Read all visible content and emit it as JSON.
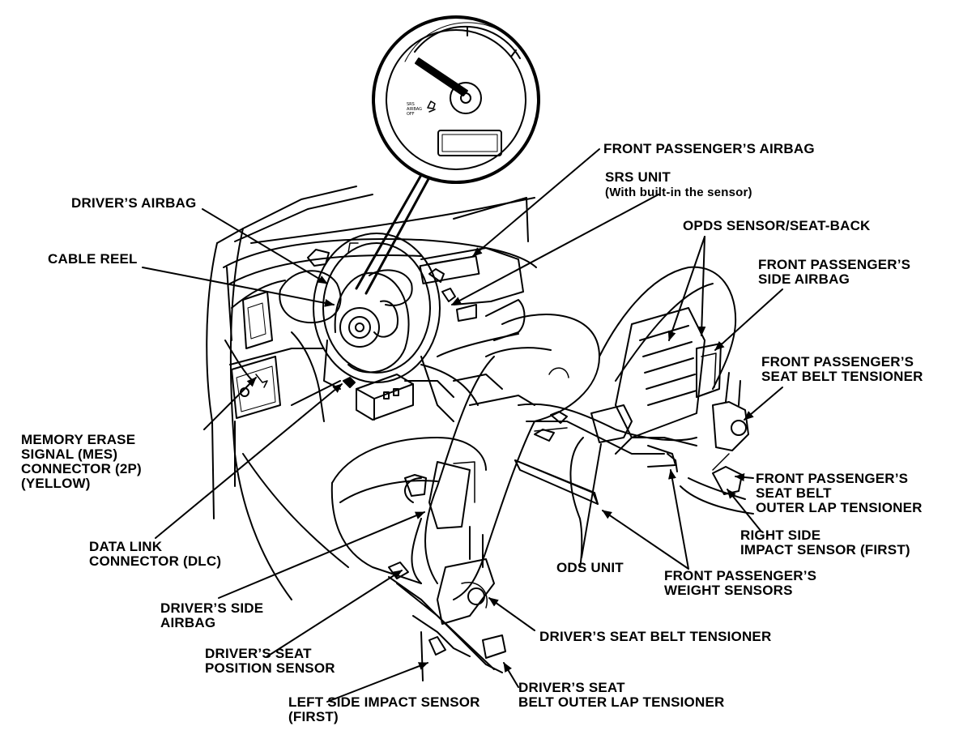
{
  "diagram": {
    "gauge_text": [
      "SRS",
      "AIRBAG",
      "OFF"
    ],
    "labels": {
      "front_passenger_airbag": "FRONT PASSENGER’S AIRBAG",
      "srs_unit": "SRS UNIT",
      "srs_unit_note": "(With built-in the sensor)",
      "drivers_airbag": "DRIVER’S AIRBAG",
      "opds_sensor": "OPDS SENSOR/SEAT-BACK",
      "cable_reel": "CABLE REEL",
      "fp_side_airbag_1": "FRONT PASSENGER’S",
      "fp_side_airbag_2": "SIDE AIRBAG",
      "fp_tensioner_1": "FRONT PASSENGER’S",
      "fp_tensioner_2": "SEAT BELT TENSIONER",
      "mes_1": "MEMORY ERASE",
      "mes_2": "SIGNAL (MES)",
      "mes_3": "CONNECTOR (2P)",
      "mes_4": "(YELLOW)",
      "fp_lap_1": "FRONT PASSENGER’S",
      "fp_lap_2": "SEAT BELT",
      "fp_lap_3": "OUTER LAP TENSIONER",
      "dlc_1": "DATA LINK",
      "dlc_2": "CONNECTOR (DLC)",
      "right_impact_1": "RIGHT SIDE",
      "right_impact_2": "IMPACT SENSOR (FIRST)",
      "ods_unit": "ODS UNIT",
      "weight_1": "FRONT PASSENGER’S",
      "weight_2": "WEIGHT SENSORS",
      "driver_side_airbag_1": "DRIVER’S SIDE",
      "driver_side_airbag_2": "AIRBAG",
      "driver_tensioner": "DRIVER’S SEAT BELT TENSIONER",
      "seat_pos_1": "DRIVER’S SEAT",
      "seat_pos_2": "POSITION SENSOR",
      "driver_lap_1": "DRIVER’S SEAT",
      "driver_lap_2": "BELT OUTER LAP TENSIONER",
      "left_impact_1": "LEFT SIDE IMPACT SENSOR",
      "left_impact_2": "(FIRST)"
    }
  }
}
